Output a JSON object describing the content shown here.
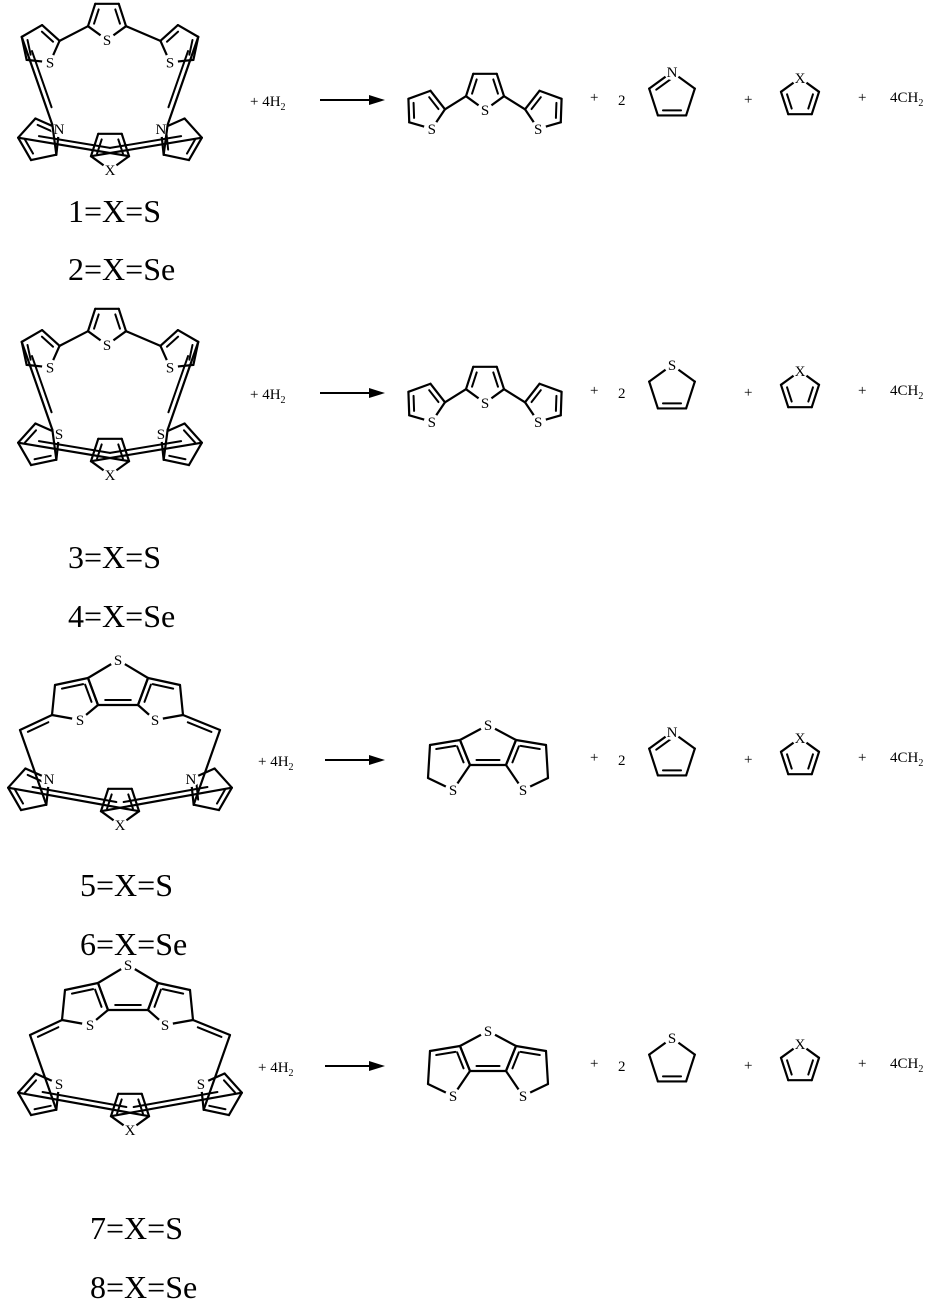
{
  "atoms": {
    "S": "S",
    "N": "N",
    "X": "X"
  },
  "equation": {
    "hydrogen_term": "+ 4H",
    "hydrogen_subscript": "2",
    "plus": "+",
    "coefficient": "2",
    "methylene_term": "4CH",
    "methylene_subscript": "2"
  },
  "rows": [
    {
      "labels": [
        "1=X=S",
        "2=X=Se"
      ]
    },
    {
      "labels": [
        "3=X=S",
        "4=X=Se"
      ]
    },
    {
      "labels": [
        "5=X=S",
        "6=X=Se"
      ]
    },
    {
      "labels": [
        "7=X=S",
        "8=X=Se"
      ]
    }
  ]
}
